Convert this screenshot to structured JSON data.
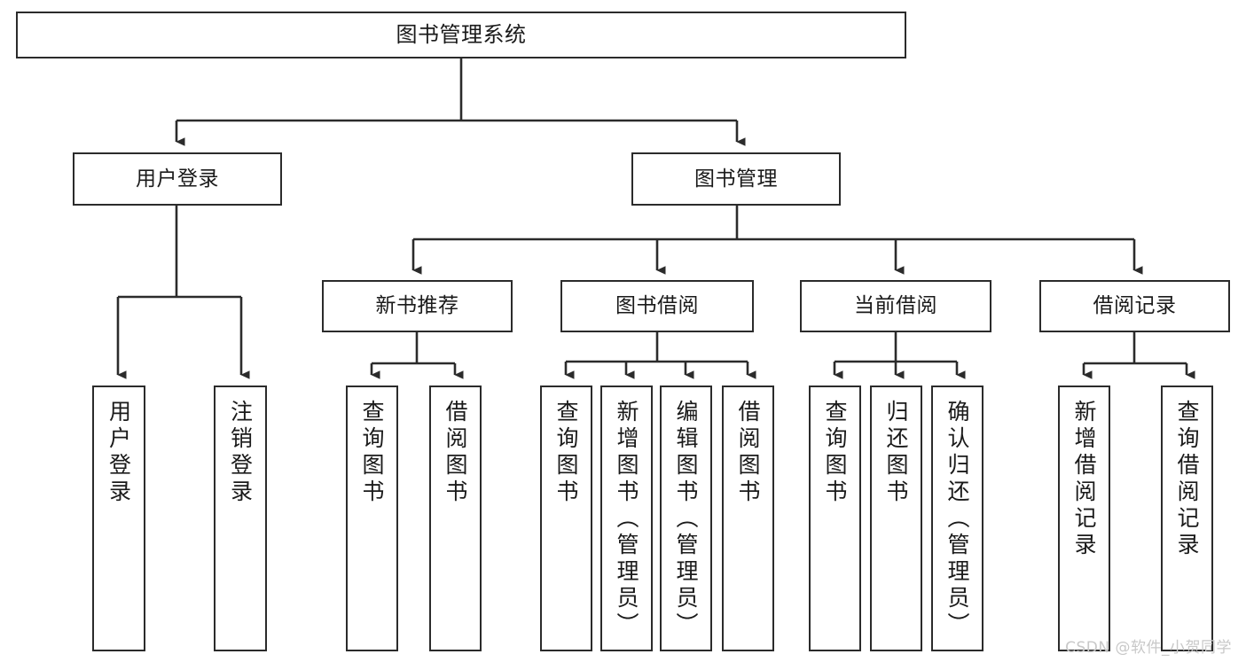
{
  "diagram": {
    "title": "图书管理系统",
    "root": {
      "label": "图书管理系统"
    },
    "level1": [
      {
        "label": "用户登录"
      },
      {
        "label": "图书管理"
      }
    ],
    "level2": [
      {
        "label": "新书推荐"
      },
      {
        "label": "图书借阅"
      },
      {
        "label": "当前借阅"
      },
      {
        "label": "借阅记录"
      }
    ],
    "leaves": {
      "user_login": [
        {
          "label": "用户登录"
        },
        {
          "label": "注销登录"
        }
      ],
      "new_book_recommend": [
        {
          "label": "查询图书"
        },
        {
          "label": "借阅图书"
        }
      ],
      "book_borrow": [
        {
          "label": "查询图书"
        },
        {
          "label": "新增图书（管理员）"
        },
        {
          "label": "编辑图书（管理员）"
        },
        {
          "label": "借阅图书"
        }
      ],
      "current_borrow": [
        {
          "label": "查询图书"
        },
        {
          "label": "归还图书"
        },
        {
          "label": "确认归还（管理员）"
        }
      ],
      "borrow_record": [
        {
          "label": "新增借阅记录"
        },
        {
          "label": "查询借阅记录"
        }
      ]
    }
  },
  "watermark": {
    "text": "CSDN @软件_小贺同学"
  },
  "colors": {
    "stroke": "#2b2b2b",
    "background": "#ffffff",
    "text": "#1a1a1a",
    "watermark": "#c8c8c8"
  }
}
